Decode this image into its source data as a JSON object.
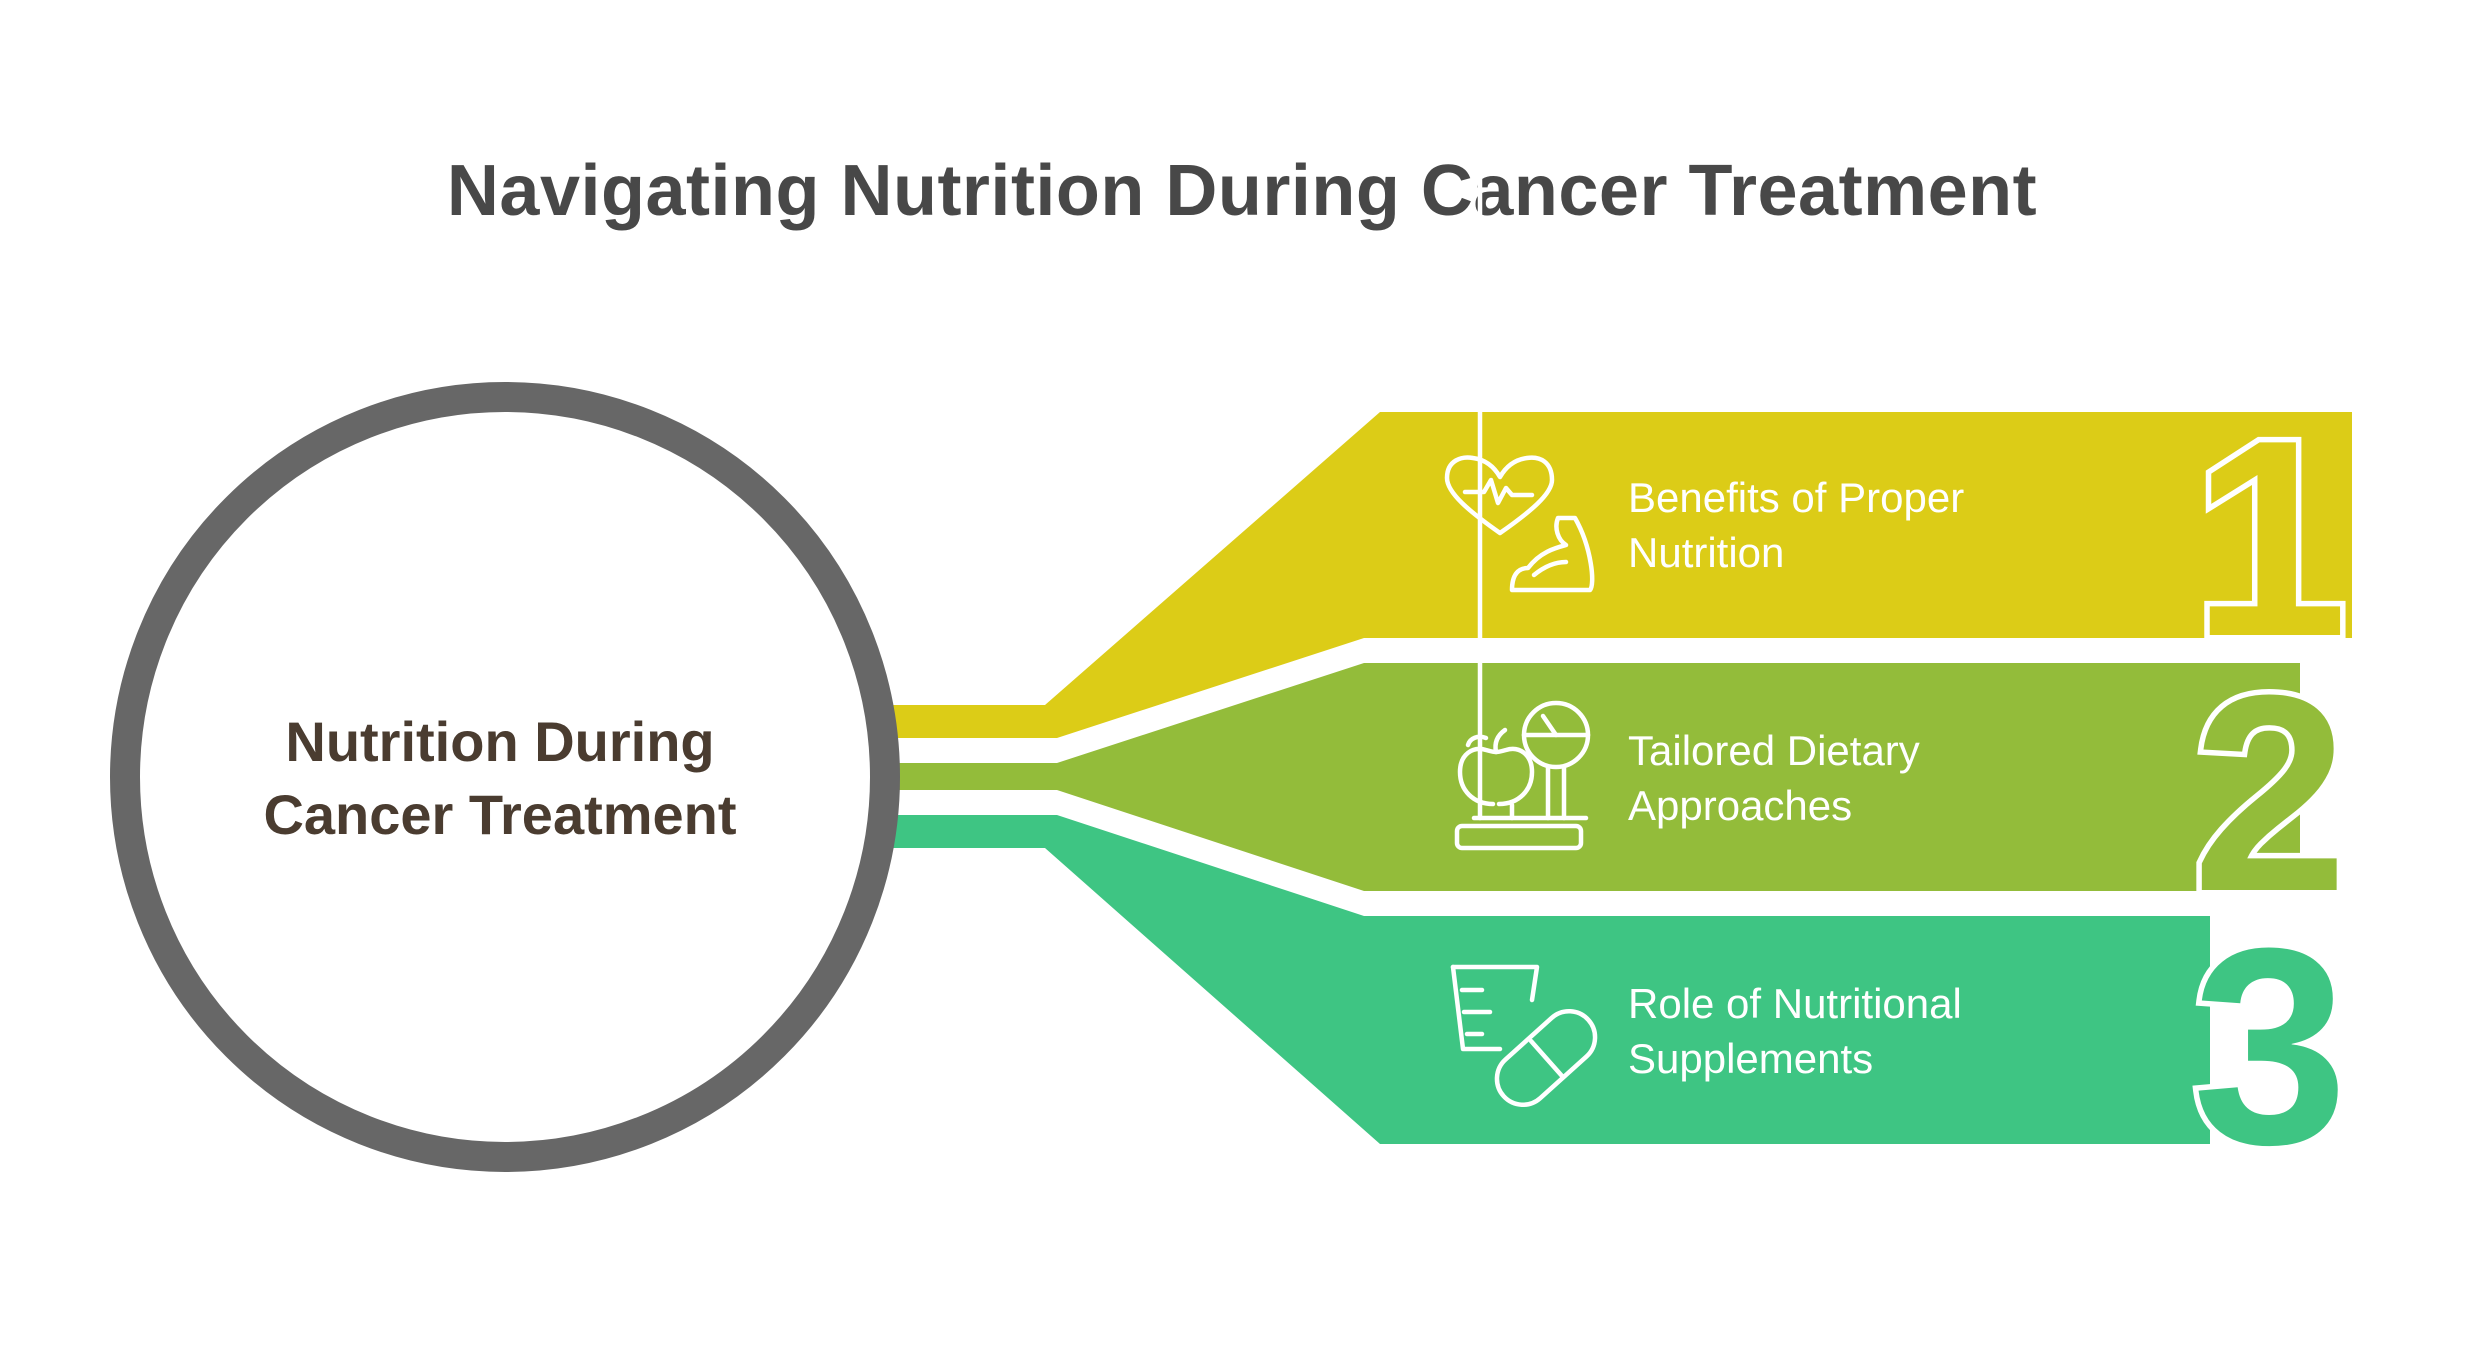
{
  "title": "Navigating Nutrition During Cancer Treatment",
  "center": {
    "label": "Nutrition During\nCancer Treatment",
    "ring_color": "#676767"
  },
  "items": [
    {
      "number": "1",
      "label": "Benefits of Proper\nNutrition",
      "color": "#dccc17",
      "icon": "heart-muscle-icon"
    },
    {
      "number": "2",
      "label": "Tailored Dietary\nApproaches",
      "color": "#93bc3a",
      "icon": "apple-scale-icon"
    },
    {
      "number": "3",
      "label": "Role of Nutritional\nSupplements",
      "color": "#3ec583",
      "icon": "cup-pill-icon"
    }
  ]
}
